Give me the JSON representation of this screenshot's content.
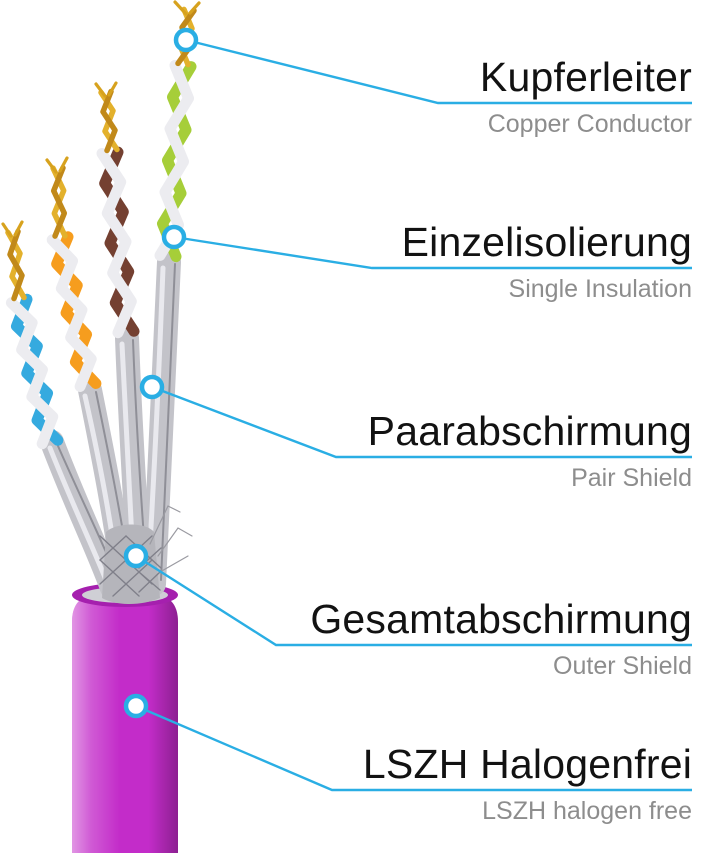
{
  "callouts": [
    {
      "de": "Kupferleiter",
      "en": "Copper Conductor"
    },
    {
      "de": "Einzelisolierung",
      "en": "Single Insulation"
    },
    {
      "de": "Paarabschirmung",
      "en": "Pair Shield"
    },
    {
      "de": "Gesamtabschirmung",
      "en": "Outer Shield"
    },
    {
      "de": "LSZH Halogenfrei",
      "en": "LSZH halogen free"
    }
  ],
  "colors": {
    "callout_line": "#2aaee4",
    "jacket_magenta": "#c32cc9",
    "wire_blue": "#35aadf",
    "wire_orange": "#f69d1e",
    "wire_brown": "#744031",
    "wire_green": "#a6ce39",
    "wire_white": "#ececf0",
    "copper_gold": "#d7a21e",
    "foil_silver": "#c3c3c9",
    "text_primary": "#121212",
    "text_secondary": "#8d8d8d"
  }
}
